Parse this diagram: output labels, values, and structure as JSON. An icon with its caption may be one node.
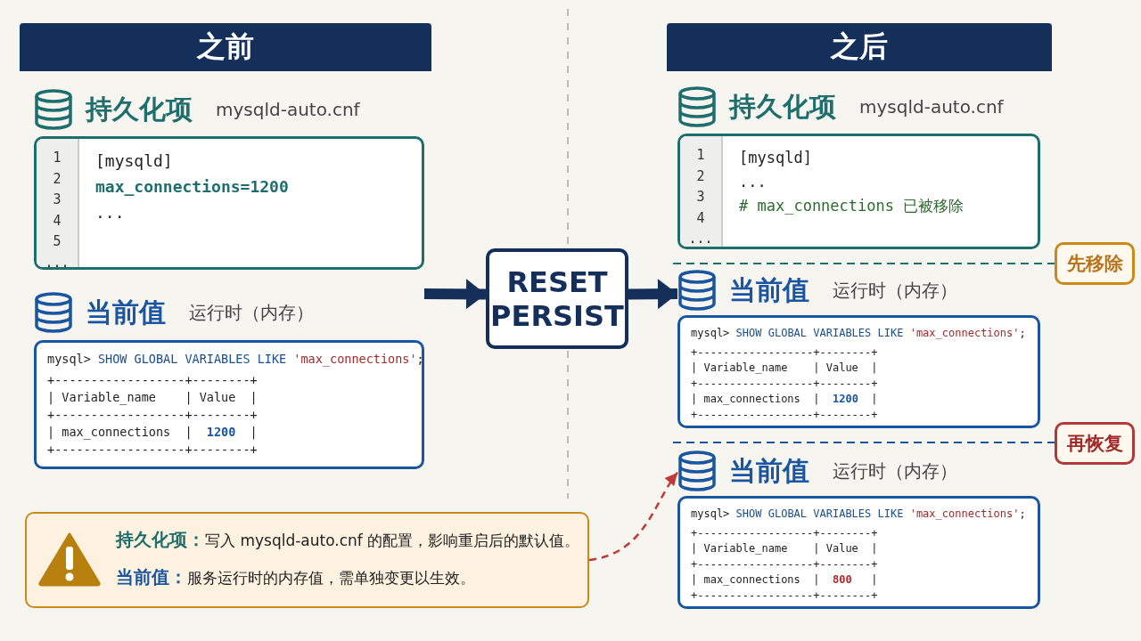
{
  "diagram": {
    "nodes": [
      {
        "text": [
          "之前"
        ]
      },
      {
        "text": [
          "之后"
        ]
      },
      {
        "text": [
          "持久化项",
          "mysqld-auto.cnf",
          "1",
          "2",
          "3",
          "4",
          "5",
          "...",
          "[mysqld]",
          "max_connections=1200",
          "..."
        ]
      },
      {
        "text": [
          "当前值",
          "运行时（内存）",
          "mysql> SHOW GLOBAL VARIABLES LIKE 'max_connections';",
          "+------------------+--------+",
          "| Variable_name    | Value  |",
          "+------------------+--------+",
          "| max_connections  |  1200  |",
          "+------------------+--------+"
        ]
      },
      {
        "text": [
          "RESET PERSIST"
        ]
      },
      {
        "text": [
          "持久化项",
          "mysqld-auto.cnf",
          "1",
          "2",
          "3",
          "4",
          "...",
          "[mysqld]",
          "...",
          "# max_connections 已被移除"
        ]
      },
      {
        "text": [
          "当前值",
          "运行时（内存）",
          "mysql> SHOW GLOBAL VARIABLES LIKE 'max_connections';",
          "+------------------+--------+",
          "| Variable_name    | Value  |",
          "+------------------+--------+",
          "| max_connections  |  1200  |",
          "+------------------+--------+"
        ]
      },
      {
        "text": [
          "先移除"
        ]
      },
      {
        "text": [
          "再恢复"
        ]
      },
      {
        "text": [
          "当前值",
          "运行时（内存）",
          "mysql> SHOW GLOBAL VARIABLES LIKE 'max_connections';",
          "+------------------+--------+",
          "| Variable_name    | Value  |",
          "+------------------+--------+",
          "| max_connections  |  800   |",
          "+------------------+--------+"
        ]
      },
      {
        "text": [
          "**持久化项：**写入 mysqld-auto.cnf 的配置，影响重启后的默认值。",
          "**当前值：**服务运行时的内存值，需单独变更以生效。"
        ]
      }
    ],
    "edges": [
      {
        "from": 3,
        "to": 4,
        "arrow": "to"
      },
      {
        "from": 4,
        "to": 6,
        "arrow": "to"
      },
      {
        "from": 10,
        "to": 9,
        "arrow": "to",
        "style": "dashed",
        "color": "#c0393b"
      }
    ]
  }
}
